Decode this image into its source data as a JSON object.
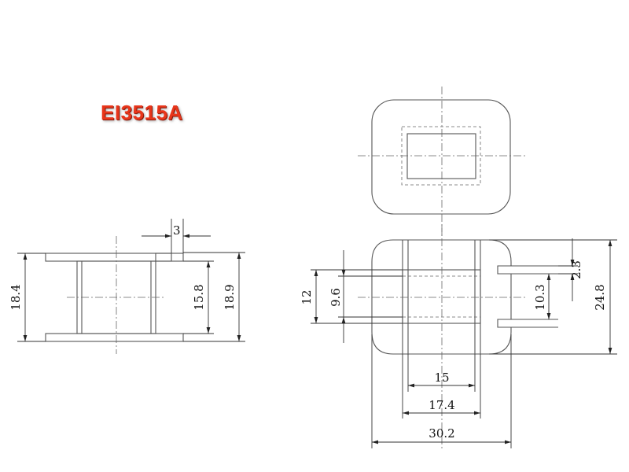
{
  "title": "EI3515A",
  "dimensions": {
    "side_flange_width": "3",
    "side_total_height": "18.4",
    "side_core_height": "15.8",
    "side_overall_height": "18.9",
    "front_outer_height": "12",
    "front_inner_height": "9.6",
    "front_slot_width": "2.3",
    "front_window_height": "10.3",
    "front_total_height": "24.8",
    "front_width_15": "15",
    "front_width_174": "17.4",
    "front_width_302": "30.2"
  },
  "colors": {
    "title": "#e8361b",
    "lines": "#444444"
  }
}
